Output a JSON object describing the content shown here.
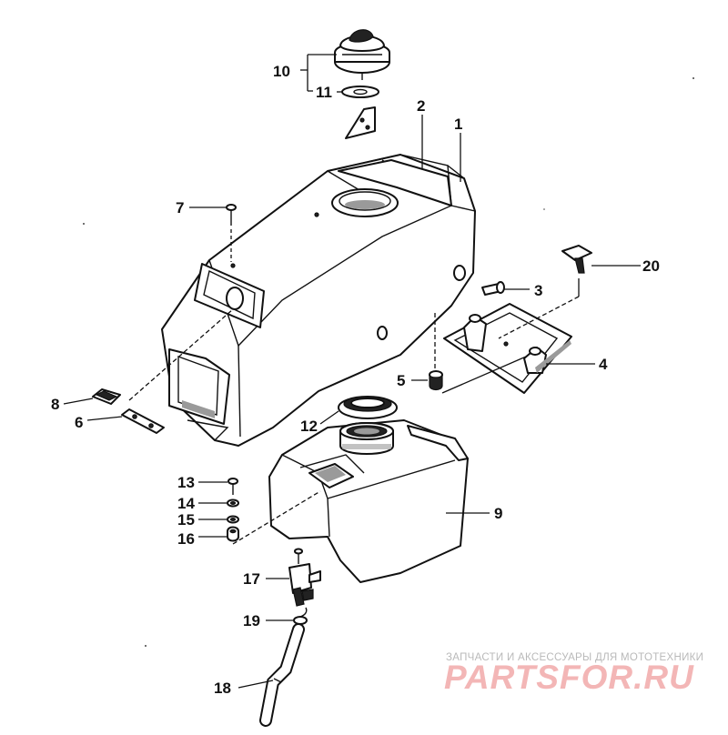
{
  "callouts": [
    {
      "id": "1",
      "label": "1"
    },
    {
      "id": "2",
      "label": "2"
    },
    {
      "id": "3",
      "label": "3"
    },
    {
      "id": "4",
      "label": "4"
    },
    {
      "id": "5",
      "label": "5"
    },
    {
      "id": "6",
      "label": "6"
    },
    {
      "id": "7",
      "label": "7"
    },
    {
      "id": "8",
      "label": "8"
    },
    {
      "id": "9",
      "label": "9"
    },
    {
      "id": "10",
      "label": "10"
    },
    {
      "id": "11",
      "label": "11"
    },
    {
      "id": "12",
      "label": "12"
    },
    {
      "id": "13",
      "label": "13"
    },
    {
      "id": "14",
      "label": "14"
    },
    {
      "id": "15",
      "label": "15"
    },
    {
      "id": "16",
      "label": "16"
    },
    {
      "id": "17",
      "label": "17"
    },
    {
      "id": "18",
      "label": "18"
    },
    {
      "id": "19",
      "label": "19"
    },
    {
      "id": "20",
      "label": "20"
    }
  ],
  "watermark": {
    "tagline": "ЗАПЧАСТИ И АКСЕССУАРЫ ДЛЯ МОТОТЕХНИКИ",
    "logo": "PARTSFOR.RU"
  }
}
